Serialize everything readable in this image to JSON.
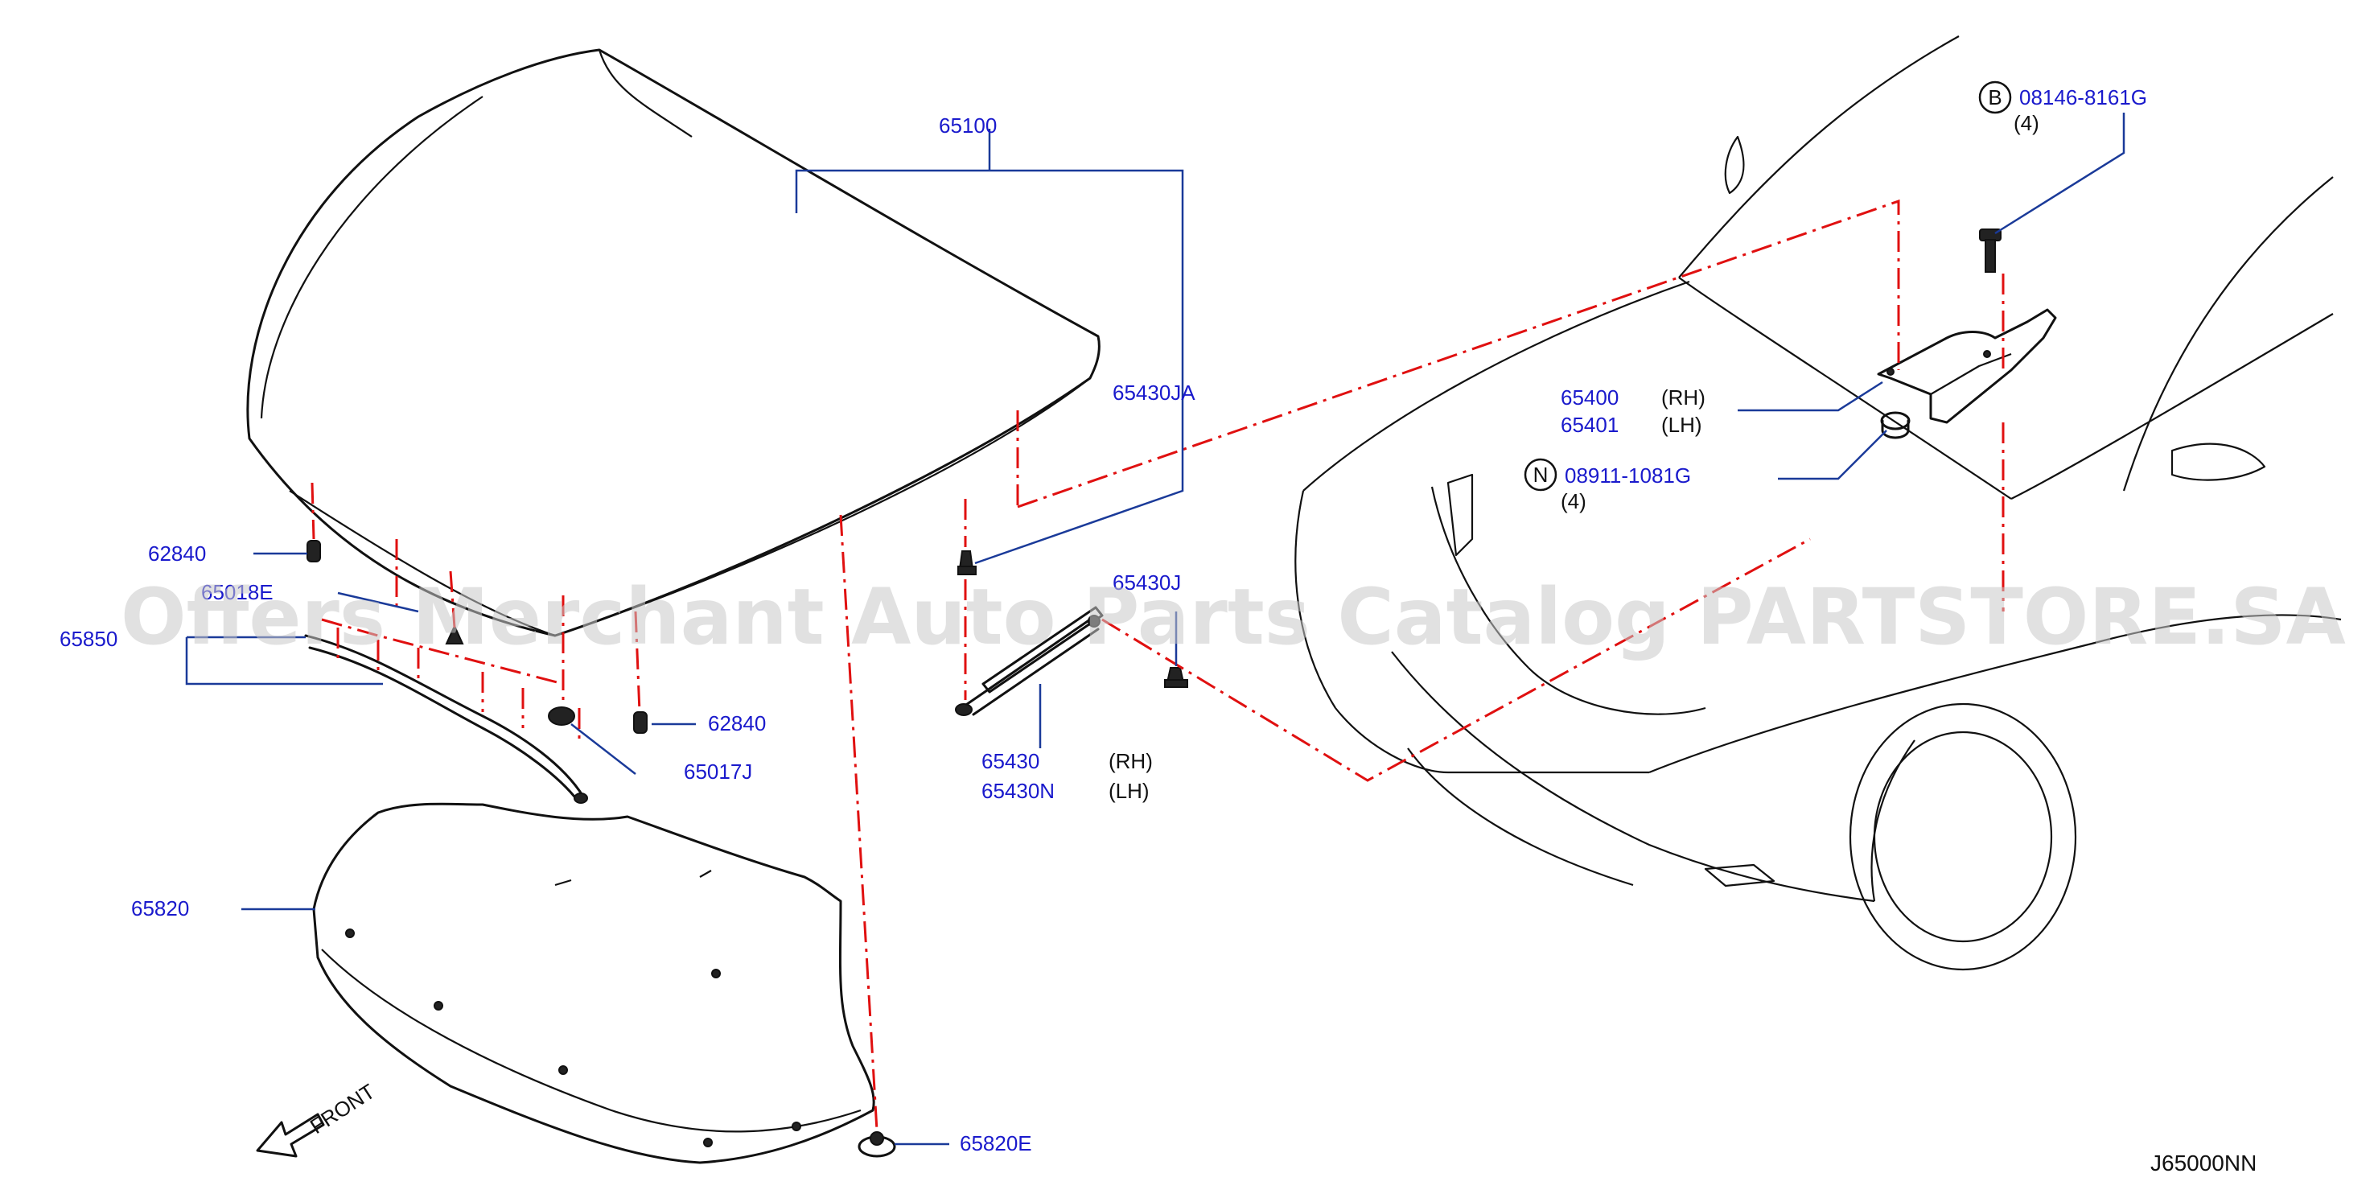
{
  "labels": {
    "hood": "65100",
    "damper_bracket_ja": "65430JA",
    "clip_top": "62840",
    "clip_bottom": "62840",
    "seal_clip": "65018E",
    "seal": "65850",
    "bumper_rubber": "65017J",
    "insulator": "65820",
    "insulator_clip": "65820E",
    "stay_stud": "65430J",
    "stay_rh": "65430",
    "stay_lh": "65430N",
    "rh": "(RH)",
    "lh": "(LH)",
    "hinge_rh": "65400",
    "hinge_lh": "65401",
    "hinge_rh_note": "(RH)",
    "hinge_lh_note": "(LH)",
    "bolt_circle": "B",
    "bolt": "08146-8161G",
    "bolt_qty": "(4)",
    "nut_circle": "N",
    "nut": "08911-1081G",
    "nut_qty": "(4)",
    "front": "FRONT",
    "diagram_ref": "J65000NN"
  },
  "watermark": "Offers Merchant Auto Parts Catalog PARTSTORE.SA",
  "colors": {
    "part_number": "#1a1acc",
    "leader_line": "#1a3a99",
    "phantom_line": "#e01010",
    "outline": "#111111"
  }
}
